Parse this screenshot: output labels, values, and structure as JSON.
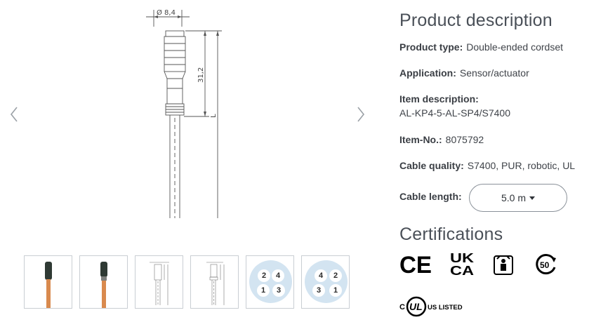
{
  "drawing": {
    "diameter_label": "Ø 8,4",
    "height_label": "31,2",
    "length_label": "L"
  },
  "thumbnails": [
    {
      "kind": "photo"
    },
    {
      "kind": "photo"
    },
    {
      "kind": "drawing"
    },
    {
      "kind": "drawing"
    },
    {
      "kind": "pinout",
      "pins": [
        "2",
        "4",
        "1",
        "3"
      ]
    },
    {
      "kind": "pinout",
      "pins": [
        "4",
        "2",
        "3",
        "1"
      ]
    }
  ],
  "product": {
    "heading": "Product description",
    "type_label": "Product type:",
    "type_value": "Double-ended cordset",
    "application_label": "Application:",
    "application_value": "Sensor/actuator",
    "item_desc_label": "Item description:",
    "item_desc_value": "AL-KP4-5-AL-SP4/S7400",
    "item_no_label": "Item-No.:",
    "item_no_value": "8075792",
    "cable_quality_label": "Cable quality:",
    "cable_quality_value": "S7400, PUR, robotic, UL",
    "cable_length_label": "Cable length:",
    "cable_length_value": "5.0 m"
  },
  "certifications": {
    "heading": "Certifications",
    "items": [
      "ce-mark",
      "ukca-mark",
      "ev-mark",
      "50-year-efup-mark",
      "cul-us-listed-mark"
    ],
    "ce_text": "CE",
    "ukca_top": "UK",
    "ukca_bottom": "CA",
    "efup_text": "50",
    "ul_c": "C",
    "ul_text": "UL",
    "ul_listed": "US LISTED"
  },
  "colors": {
    "text": "#3f4349",
    "heading": "#4a5058",
    "pinout_bg": "#d3e4f1",
    "cable_orange": "#d98a4e",
    "connector_dark": "#2f3a34"
  }
}
